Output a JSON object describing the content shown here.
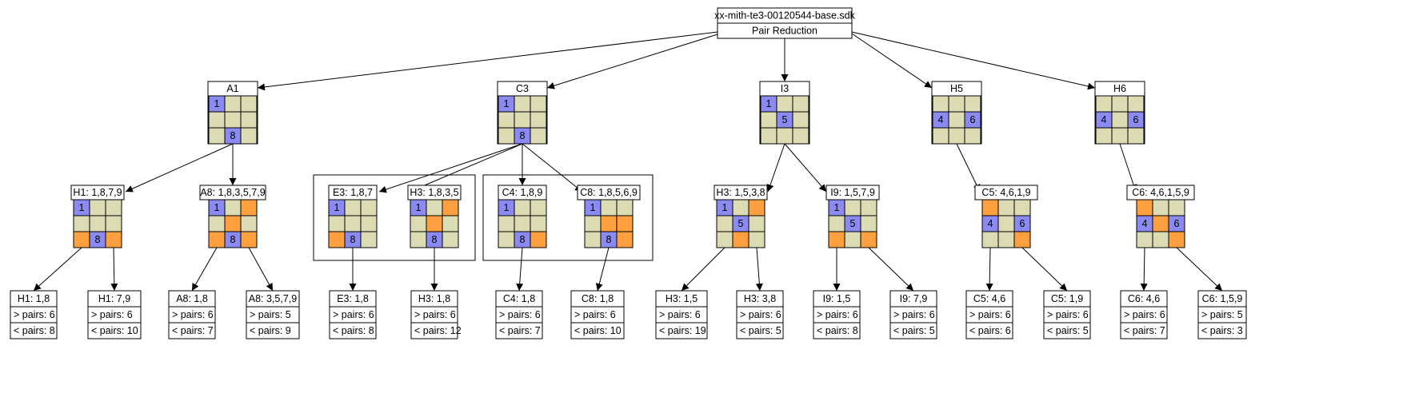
{
  "root": {
    "title": "xx-mith-te3-00120544-base.sdk",
    "subtitle": "Pair Reduction"
  },
  "colors": {
    "plain": "#dcdcb4",
    "highlight": "#8a8af0",
    "pair": "#ffa040",
    "line": "#000000",
    "background": "#ffffff"
  },
  "level1": [
    {
      "label": "A1",
      "cells": [
        [
          "1",
          "",
          ""
        ],
        [
          "",
          "",
          ""
        ],
        [
          "",
          "8",
          ""
        ]
      ],
      "marks": [
        [
          "b",
          "n",
          "n"
        ],
        [
          "n",
          "n",
          "n"
        ],
        [
          "n",
          "b",
          "n"
        ]
      ]
    },
    {
      "label": "C3",
      "cells": [
        [
          "1",
          "",
          ""
        ],
        [
          "",
          "",
          ""
        ],
        [
          "",
          "8",
          ""
        ]
      ],
      "marks": [
        [
          "b",
          "n",
          "n"
        ],
        [
          "n",
          "n",
          "n"
        ],
        [
          "n",
          "b",
          "n"
        ]
      ]
    },
    {
      "label": "I3",
      "cells": [
        [
          "1",
          "",
          ""
        ],
        [
          "",
          "5",
          ""
        ],
        [
          "",
          "",
          ""
        ]
      ],
      "marks": [
        [
          "b",
          "n",
          "n"
        ],
        [
          "n",
          "b",
          "n"
        ],
        [
          "n",
          "n",
          "n"
        ]
      ]
    },
    {
      "label": "H5",
      "cells": [
        [
          "",
          "",
          ""
        ],
        [
          "4",
          "",
          "6"
        ],
        [
          "",
          "",
          ""
        ]
      ],
      "marks": [
        [
          "n",
          "n",
          "n"
        ],
        [
          "b",
          "n",
          "b"
        ],
        [
          "n",
          "n",
          "n"
        ]
      ]
    },
    {
      "label": "H6",
      "cells": [
        [
          "",
          "",
          ""
        ],
        [
          "4",
          "",
          "6"
        ],
        [
          "",
          "",
          ""
        ]
      ],
      "marks": [
        [
          "n",
          "n",
          "n"
        ],
        [
          "b",
          "n",
          "b"
        ],
        [
          "n",
          "n",
          "n"
        ]
      ]
    }
  ],
  "level2": [
    {
      "label": "H1: 1,8,7,9",
      "cells": [
        [
          "1",
          "",
          ""
        ],
        [
          "",
          "",
          ""
        ],
        [
          "",
          "8",
          ""
        ]
      ],
      "marks": [
        [
          "b",
          "n",
          "n"
        ],
        [
          "n",
          "n",
          "n"
        ],
        [
          "o",
          "b",
          "o"
        ]
      ]
    },
    {
      "label": "A8: 1,8,3,5,7,9",
      "cells": [
        [
          "1",
          "",
          ""
        ],
        [
          "",
          "",
          ""
        ],
        [
          "",
          "8",
          ""
        ]
      ],
      "marks": [
        [
          "b",
          "n",
          "o"
        ],
        [
          "n",
          "o",
          "n"
        ],
        [
          "o",
          "b",
          "o"
        ]
      ]
    },
    {
      "label": "E3: 1,8,7",
      "cells": [
        [
          "1",
          "",
          ""
        ],
        [
          "",
          "",
          ""
        ],
        [
          "",
          "8",
          ""
        ]
      ],
      "marks": [
        [
          "b",
          "n",
          "n"
        ],
        [
          "n",
          "n",
          "n"
        ],
        [
          "o",
          "b",
          "n"
        ]
      ]
    },
    {
      "label": "H3: 1,8,3,5",
      "cells": [
        [
          "1",
          "",
          ""
        ],
        [
          "",
          "",
          ""
        ],
        [
          "",
          "8",
          ""
        ]
      ],
      "marks": [
        [
          "b",
          "n",
          "o"
        ],
        [
          "n",
          "o",
          "n"
        ],
        [
          "n",
          "b",
          "n"
        ]
      ]
    },
    {
      "label": "C4: 1,8,9",
      "cells": [
        [
          "1",
          "",
          ""
        ],
        [
          "",
          "",
          ""
        ],
        [
          "",
          "8",
          ""
        ]
      ],
      "marks": [
        [
          "b",
          "n",
          "n"
        ],
        [
          "n",
          "n",
          "n"
        ],
        [
          "n",
          "b",
          "o"
        ]
      ]
    },
    {
      "label": "C8: 1,8,5,6,9",
      "cells": [
        [
          "1",
          "",
          ""
        ],
        [
          "",
          "",
          ""
        ],
        [
          "",
          "8",
          ""
        ]
      ],
      "marks": [
        [
          "b",
          "n",
          "n"
        ],
        [
          "n",
          "o",
          "o"
        ],
        [
          "n",
          "b",
          "o"
        ]
      ]
    },
    {
      "label": "H3: 1,5,3,8",
      "cells": [
        [
          "1",
          "",
          ""
        ],
        [
          "",
          "5",
          ""
        ],
        [
          "",
          "",
          ""
        ]
      ],
      "marks": [
        [
          "b",
          "n",
          "o"
        ],
        [
          "n",
          "b",
          "n"
        ],
        [
          "n",
          "o",
          "n"
        ]
      ]
    },
    {
      "label": "I9: 1,5,7,9",
      "cells": [
        [
          "1",
          "",
          ""
        ],
        [
          "",
          "5",
          ""
        ],
        [
          "",
          "",
          ""
        ]
      ],
      "marks": [
        [
          "b",
          "n",
          "n"
        ],
        [
          "n",
          "b",
          "n"
        ],
        [
          "o",
          "n",
          "o"
        ]
      ]
    },
    {
      "label": "C5: 4,6,1,9",
      "cells": [
        [
          "",
          "",
          ""
        ],
        [
          "4",
          "",
          "6"
        ],
        [
          "",
          "",
          ""
        ]
      ],
      "marks": [
        [
          "o",
          "n",
          "n"
        ],
        [
          "b",
          "n",
          "b"
        ],
        [
          "n",
          "n",
          "o"
        ]
      ]
    },
    {
      "label": "C6: 4,6,1,5,9",
      "cells": [
        [
          "",
          "",
          ""
        ],
        [
          "4",
          "",
          "6"
        ],
        [
          "",
          "",
          ""
        ]
      ],
      "marks": [
        [
          "o",
          "n",
          "n"
        ],
        [
          "b",
          "o",
          "b"
        ],
        [
          "n",
          "n",
          "o"
        ]
      ]
    }
  ],
  "level3": [
    {
      "label": "H1: 1,8",
      "gt": "> pairs: 6",
      "lt": "< pairs: 8"
    },
    {
      "label": "H1: 7,9",
      "gt": "> pairs: 6",
      "lt": "< pairs: 10"
    },
    {
      "label": "A8: 1,8",
      "gt": "> pairs: 6",
      "lt": "< pairs: 7"
    },
    {
      "label": "A8: 3,5,7,9",
      "gt": "> pairs: 5",
      "lt": "< pairs: 9"
    },
    {
      "label": "E3: 1,8",
      "gt": "> pairs: 6",
      "lt": "< pairs: 8"
    },
    {
      "label": "H3: 1,8",
      "gt": "> pairs: 6",
      "lt": "< pairs: 12"
    },
    {
      "label": "C4: 1,8",
      "gt": "> pairs: 6",
      "lt": "< pairs: 7"
    },
    {
      "label": "C8: 1,8",
      "gt": "> pairs: 6",
      "lt": "< pairs: 10"
    },
    {
      "label": "H3: 1,5",
      "gt": "> pairs: 6",
      "lt": "< pairs: 19"
    },
    {
      "label": "H3: 3,8",
      "gt": "> pairs: 6",
      "lt": "< pairs: 5"
    },
    {
      "label": "I9: 1,5",
      "gt": "> pairs: 6",
      "lt": "< pairs: 8"
    },
    {
      "label": "I9: 7,9",
      "gt": "> pairs: 6",
      "lt": "< pairs: 5"
    },
    {
      "label": "C5: 4,6",
      "gt": "> pairs: 6",
      "lt": "< pairs: 6"
    },
    {
      "label": "C5: 1,9",
      "gt": "> pairs: 6",
      "lt": "< pairs: 5"
    },
    {
      "label": "C6: 4,6",
      "gt": "> pairs: 6",
      "lt": "< pairs: 7"
    },
    {
      "label": "C6: 1,5,9",
      "gt": "> pairs: 5",
      "lt": "< pairs: 3"
    }
  ]
}
